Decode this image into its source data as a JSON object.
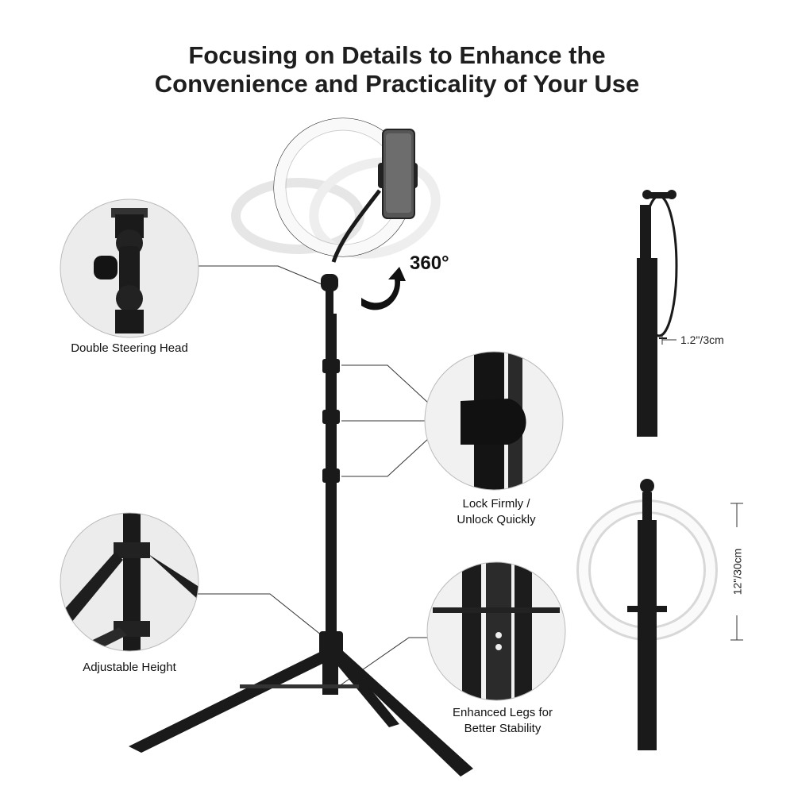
{
  "headline": {
    "line1": "Focusing on Details to Enhance the",
    "line2": "Convenience and Practicality of Your Use"
  },
  "rotation_label": "360°",
  "features": [
    {
      "id": "steering-head",
      "label": "Double Steering Head",
      "icon": "swivel-ball-head"
    },
    {
      "id": "lock",
      "line1": "Lock Firmly /",
      "line2": "Unlock Quickly",
      "icon": "flip-lock-clamp"
    },
    {
      "id": "height",
      "label": "Adjustable Height",
      "icon": "tripod-leg-joint"
    },
    {
      "id": "legs",
      "line1": "Enhanced Legs for",
      "line2": "Better Stability",
      "icon": "reinforced-leg"
    }
  ],
  "dimensions": {
    "width": "1.2\"/3cm",
    "diameter": "12\"/30cm"
  },
  "colors": {
    "text": "#111111",
    "stand": "#1a1a1a",
    "ring_light": "#fafafa",
    "bubble_bg": "#e9e9e9"
  }
}
